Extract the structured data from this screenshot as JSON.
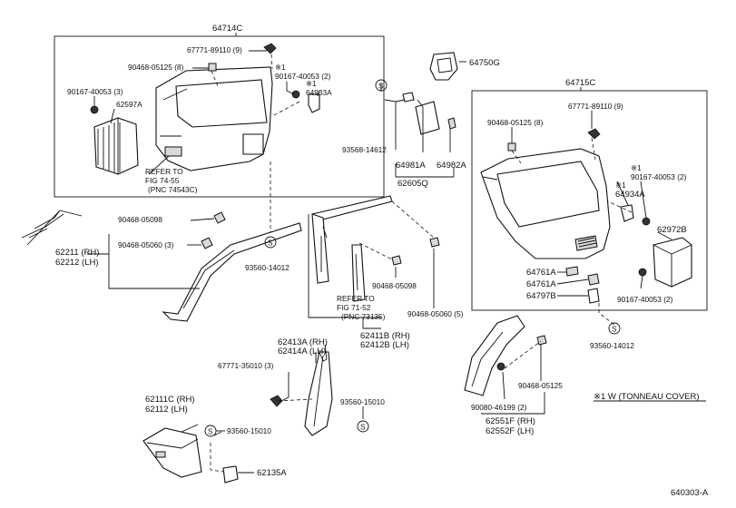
{
  "groups": {
    "g64714c": "64714C",
    "g64715c": "64715C",
    "g62605q": "62605Q"
  },
  "labels": [
    {
      "id": "l1",
      "text": "67771-89110 (9)"
    },
    {
      "id": "l2",
      "text": "90468-05125 (8)"
    },
    {
      "id": "l3",
      "text": "※1"
    },
    {
      "id": "l4",
      "text": "90167-40053 (2)"
    },
    {
      "id": "l5",
      "text": "※1"
    },
    {
      "id": "l6",
      "text": "64933A"
    },
    {
      "id": "l7",
      "text": "90167-40053 (3)"
    },
    {
      "id": "l8",
      "text": "62597A"
    },
    {
      "id": "l9",
      "text": "REFER TO"
    },
    {
      "id": "l10",
      "text": "FIG 74-55"
    },
    {
      "id": "l11",
      "text": "(PNC 74543C)"
    },
    {
      "id": "l12",
      "text": "64750G"
    },
    {
      "id": "l13",
      "text": "93568-14612"
    },
    {
      "id": "l14",
      "text": "64981A"
    },
    {
      "id": "l15",
      "text": "64982A"
    },
    {
      "id": "l16",
      "text": "67771-89110 (9)"
    },
    {
      "id": "l17",
      "text": "90468-05125 (8)"
    },
    {
      "id": "l18",
      "text": "※1"
    },
    {
      "id": "l19",
      "text": "90167-40053 (2)"
    },
    {
      "id": "l20",
      "text": "※1"
    },
    {
      "id": "l21",
      "text": "64934A"
    },
    {
      "id": "l22",
      "text": "62972B"
    },
    {
      "id": "l23",
      "text": "64761A"
    },
    {
      "id": "l24",
      "text": "64761A"
    },
    {
      "id": "l25",
      "text": "64797B"
    },
    {
      "id": "l26",
      "text": "90167-40053 (2)"
    },
    {
      "id": "l27",
      "text": "93560-14012"
    },
    {
      "id": "l28",
      "text": "90468-05098"
    },
    {
      "id": "l29",
      "text": "90468-05060 (3)"
    },
    {
      "id": "l30",
      "text": "62211 (RH)"
    },
    {
      "id": "l31",
      "text": "62212 (LH)"
    },
    {
      "id": "l32",
      "text": "93560-14012"
    },
    {
      "id": "l33",
      "text": "90468-05098"
    },
    {
      "id": "l34",
      "text": "REFER TO"
    },
    {
      "id": "l35",
      "text": "FIG 71-52"
    },
    {
      "id": "l36",
      "text": "(PNC 73135)"
    },
    {
      "id": "l37",
      "text": "90468-05060 (5)"
    },
    {
      "id": "l38",
      "text": "62411B (RH)"
    },
    {
      "id": "l39",
      "text": "62412B (LH)"
    },
    {
      "id": "l40",
      "text": "62413A (RH)"
    },
    {
      "id": "l41",
      "text": "62414A (LH)"
    },
    {
      "id": "l42",
      "text": "67771-35010 (3)"
    },
    {
      "id": "l43",
      "text": "93560-15010"
    },
    {
      "id": "l44",
      "text": "62111C (RH)"
    },
    {
      "id": "l45",
      "text": "62112  (LH)"
    },
    {
      "id": "l46",
      "text": "93560-15010"
    },
    {
      "id": "l47",
      "text": "62135A"
    },
    {
      "id": "l48",
      "text": "90468-05125"
    },
    {
      "id": "l49",
      "text": "90080-46199 (2)"
    },
    {
      "id": "l50",
      "text": "62551F (RH)"
    },
    {
      "id": "l51",
      "text": "62552F (LH)"
    }
  ],
  "note": "※1 W (TONNEAU COVER)",
  "footer": "640303-A",
  "screw_symbol": "S"
}
